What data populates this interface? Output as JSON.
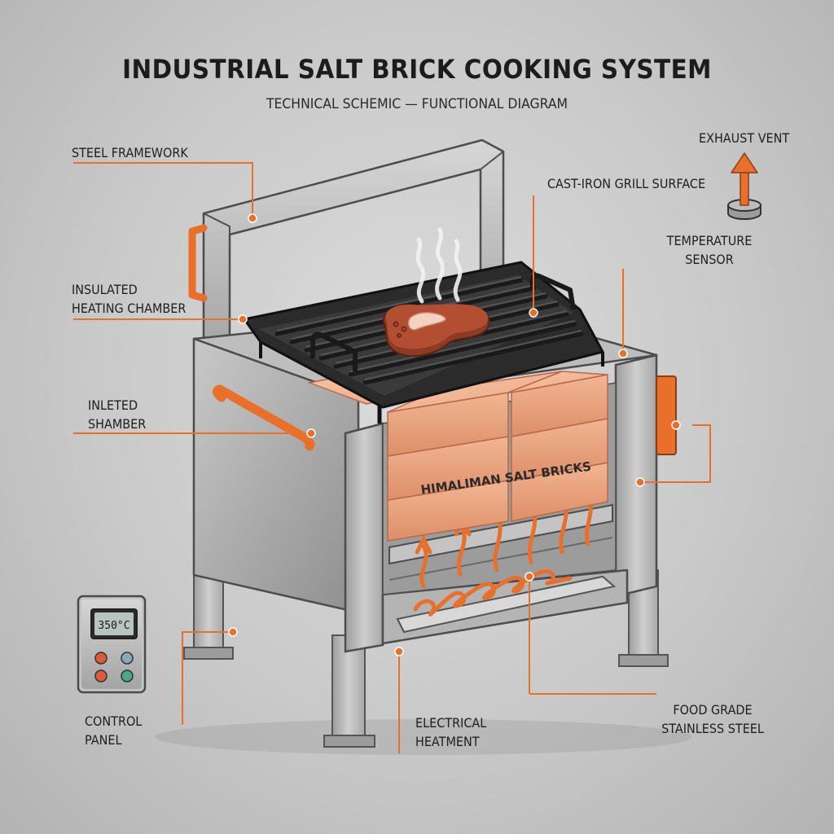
{
  "title": "INDUSTRIAL SALT BRICK COOKING SYSTEM",
  "subtitle": "TECHNICAL SCHEMIC — FUNCTIONAL DIAGRAM",
  "labels": {
    "steel_framework": "STEEL FRAMEWORK",
    "cast_iron_grill": "CAST-IRON GRILL SURFACE",
    "exhaust_vent": "EXHAUST VENT",
    "temperature_sensor": [
      "TEMPERATURE",
      "SENSOR"
    ],
    "insulated_chamber": [
      "INSULATED",
      "HEATING CHAMBER"
    ],
    "inleted_chamber": [
      "INLETED",
      "SHAMBER"
    ],
    "salt_bricks": "HIMALIMAN SALT BRICKS",
    "control_panel": [
      "CONTROL",
      "PANEL"
    ],
    "electrical_element": [
      "ELECTRICAL",
      "HEATMENT"
    ],
    "food_grade_steel": [
      "FOOD GRADE",
      "STAINLESS STEEL"
    ]
  },
  "control_panel_display": "350°C",
  "colors": {
    "accent_orange": "#e8702a",
    "steel": "#b8b8b8",
    "steel_dark": "#8e8e8e",
    "cast_iron": "#2b2b2b",
    "salt_brick": "#e8a07a",
    "steak": "#a8472e"
  }
}
